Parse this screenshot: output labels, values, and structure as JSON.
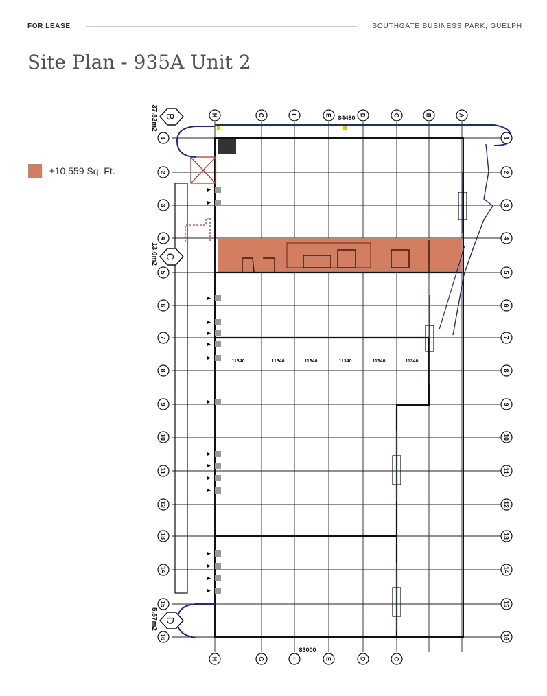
{
  "header": {
    "tag": "FOR LEASE",
    "location": "SOUTHGATE BUSINESS PARK, GUELPH"
  },
  "title": "Site Plan - 935A Unit 2",
  "legend": {
    "label": "±10,559 Sq. Ft.",
    "color": "#d47e61"
  },
  "plan": {
    "bubble_b": "B",
    "bubble_c": "C",
    "bubble_d": "D",
    "dim_b": "37.82m2",
    "dim_c": "13.0m2",
    "dim_d": "5.57m2",
    "top_dimension": "84480",
    "bottom_dimension": "83000",
    "column_labels_top": [
      "H",
      "G",
      "F",
      "E",
      "D",
      "C",
      "B",
      "A"
    ],
    "column_labels_bottom": [
      "H",
      "G",
      "F",
      "E",
      "D",
      "C"
    ],
    "row_labels": [
      "1",
      "2",
      "3",
      "4",
      "5",
      "6",
      "7",
      "8",
      "9",
      "10",
      "11",
      "12",
      "13",
      "14",
      "15",
      "16"
    ],
    "bay_dims": [
      "11340",
      "11340",
      "11340",
      "11340",
      "11340",
      "11340"
    ],
    "highlight_color": "#d47e61",
    "accent_blue": "#1c2a99",
    "accent_red": "#c0392b"
  }
}
